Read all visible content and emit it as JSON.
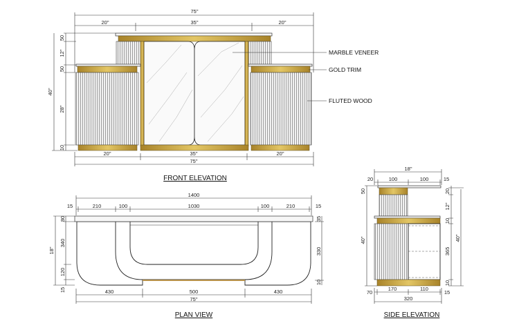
{
  "front_elevation": {
    "title": "FRONT ELEVATION",
    "overall_top": "75\"",
    "top_segments": [
      "20\"",
      "35\"",
      "20\""
    ],
    "bottom_segments": [
      "20\"",
      "35\"",
      "20\""
    ],
    "overall_bottom": "75\"",
    "left_dims": [
      "50",
      "12\"",
      "50",
      "28\"",
      "10"
    ],
    "height": "40\"",
    "callouts": [
      "MARBLE VENEER",
      "GOLD TRIM",
      "FLUTED WOOD"
    ]
  },
  "plan_view": {
    "title": "PLAN VIEW",
    "overall_top": "1400",
    "top_segments": [
      "15",
      "210",
      "100",
      "1030",
      "100",
      "210",
      "15"
    ],
    "bottom_segments": [
      "430",
      "500",
      "430"
    ],
    "overall_bottom": "75\"",
    "left_dims": [
      "80",
      "340",
      "120",
      "15"
    ],
    "depth": "18\"",
    "right_dims": [
      "35",
      "330",
      "10"
    ]
  },
  "side_elevation": {
    "title": "SIDE ELEVATION",
    "overall_top": "18\"",
    "top_segments": [
      "20",
      "100",
      "100",
      "15"
    ],
    "bottom_segments": [
      "70",
      "170",
      "110",
      "15"
    ],
    "overall_bottom": "320",
    "left_dims": [
      "50",
      "40\""
    ],
    "right_dims": [
      "20",
      "12\"",
      "10",
      "365",
      "10"
    ],
    "height_right": "40\""
  },
  "colors": {
    "gold": "#c9a43c",
    "fluted": "#d8d8d8",
    "marble": "#fafafa"
  }
}
